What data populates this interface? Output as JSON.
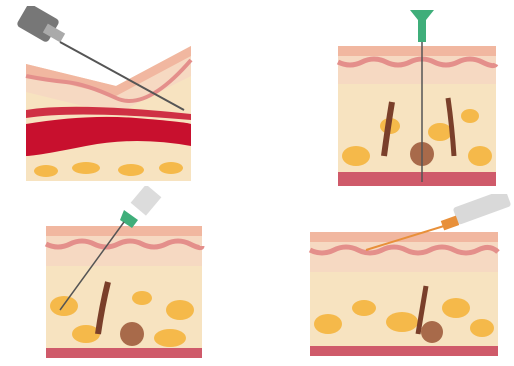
{
  "figure": {
    "panels": [
      {
        "id": "intravenous",
        "angle_deg": 25,
        "target": "vein"
      },
      {
        "id": "intramuscular",
        "angle_deg": 90,
        "target": "muscle"
      },
      {
        "id": "subcutaneous",
        "angle_deg": 45,
        "target": "subcutaneous-fat"
      },
      {
        "id": "intradermal",
        "angle_deg": 15,
        "target": "dermis"
      }
    ]
  },
  "colors": {
    "epidermis": "#f1b7a0",
    "dermis": "#f6d9c2",
    "dermis_wave": "#e48f8b",
    "fat_bg": "#f7e3c0",
    "fat_globule": "#f5b94a",
    "muscle": "#cf5a6a",
    "vein": "#c8102e",
    "needle_hub_green": "#3fae7a",
    "syringe_barrel": "#d9d9d9",
    "needle_orange": "#e8903a"
  }
}
